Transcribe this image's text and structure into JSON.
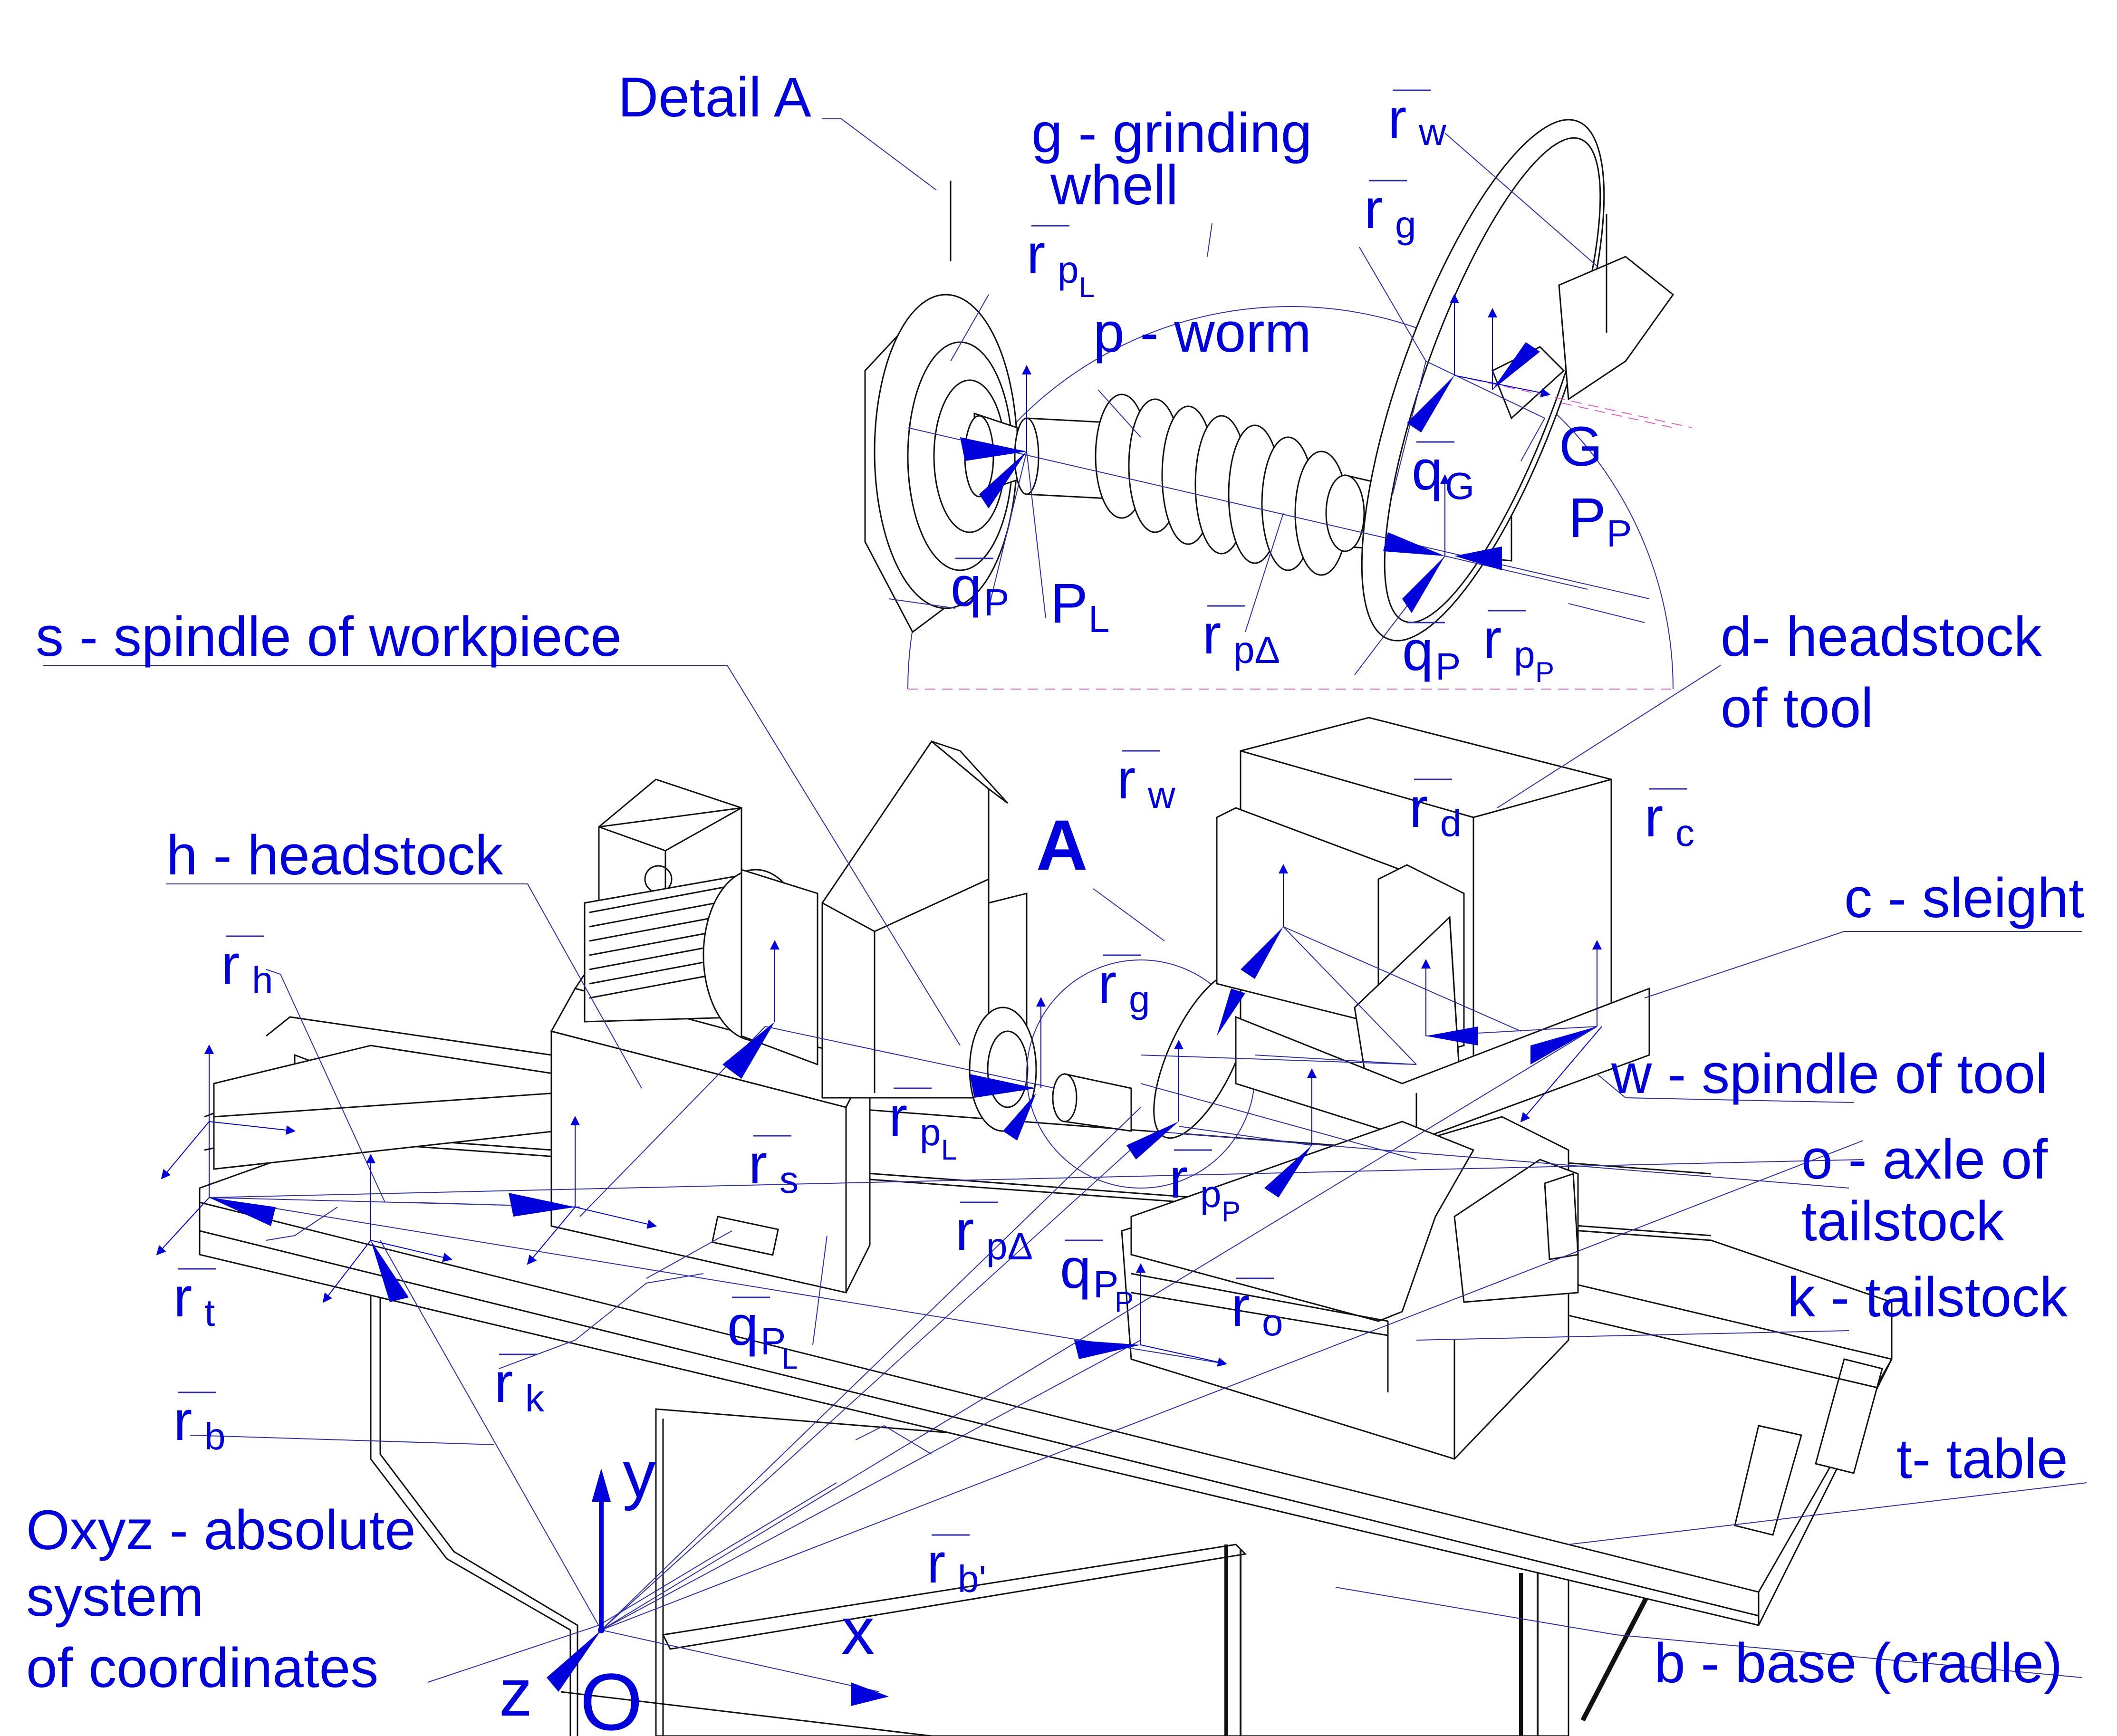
{
  "detail": {
    "title": "Detail A",
    "grinding_wheel_1": "g - grinding",
    "grinding_wheel_2": "whell",
    "worm": "p - worm",
    "r_w": {
      "base": "r",
      "sub": "w"
    },
    "r_g": {
      "base": "r",
      "sub": "g"
    },
    "r_pL": {
      "base": "r",
      "sub": "p",
      "subsub": "L"
    },
    "G": "G",
    "q_G": {
      "base": "q",
      "sub": "G"
    },
    "P_P": {
      "base": "P",
      "sub": "P"
    },
    "q_P_left": {
      "base": "q",
      "sub": "P"
    },
    "P_L": {
      "base": "P",
      "sub": "L"
    },
    "r_pDelta": {
      "base": "r",
      "sub": "pΔ"
    },
    "q_P_right": {
      "base": "q",
      "sub": "P"
    },
    "r_pP": {
      "base": "r",
      "sub": "p",
      "subsub": "P"
    }
  },
  "labels": {
    "spindle_workpiece": "s - spindle   of workpiece",
    "headstock_tool_1": "d- headstock",
    "headstock_tool_2": "of tool",
    "headstock": "h - headstock",
    "A": "A",
    "sleight": "c - sleight",
    "spindle_tool": "w - spindle of tool",
    "axle_tailstock_1": "o - axle of",
    "axle_tailstock_2": "tailstock",
    "tailstock": "k - tailstock",
    "table": "t- table",
    "base": "b - base (cradle)",
    "abs_1": "Oxyz - absolute",
    "abs_2": "system",
    "abs_3": "of coordinates",
    "axis_y": "y",
    "axis_x": "x",
    "axis_z": "z",
    "origin": "O"
  },
  "vectors": {
    "r_h": {
      "base": "r",
      "sub": "h"
    },
    "r_w": {
      "base": "r",
      "sub": "w"
    },
    "r_d": {
      "base": "r",
      "sub": "d"
    },
    "r_c": {
      "base": "r",
      "sub": "c"
    },
    "r_g": {
      "base": "r",
      "sub": "g"
    },
    "r_s": {
      "base": "r",
      "sub": "s"
    },
    "r_pL": {
      "base": "r",
      "sub": "p",
      "subsub": "L"
    },
    "r_pP": {
      "base": "r",
      "sub": "p",
      "subsub": "P"
    },
    "r_pDelta": {
      "base": "r",
      "sub": "pΔ"
    },
    "q_PP": {
      "base": "q",
      "sub": "P",
      "subsub": "P"
    },
    "r_o": {
      "base": "r",
      "sub": "o"
    },
    "r_t": {
      "base": "r",
      "sub": "t"
    },
    "r_k": {
      "base": "r",
      "sub": "k"
    },
    "q_PL": {
      "base": "q",
      "sub": "P",
      "subsub": "L"
    },
    "r_b": {
      "base": "r",
      "sub": "b"
    },
    "r_b_prime": {
      "base": "r",
      "sub": "b'"
    }
  },
  "colors": {
    "annotation": "#0000dd",
    "leader": "#2e2ea8",
    "drawing": "#111111",
    "centerline": "#e060c0"
  }
}
